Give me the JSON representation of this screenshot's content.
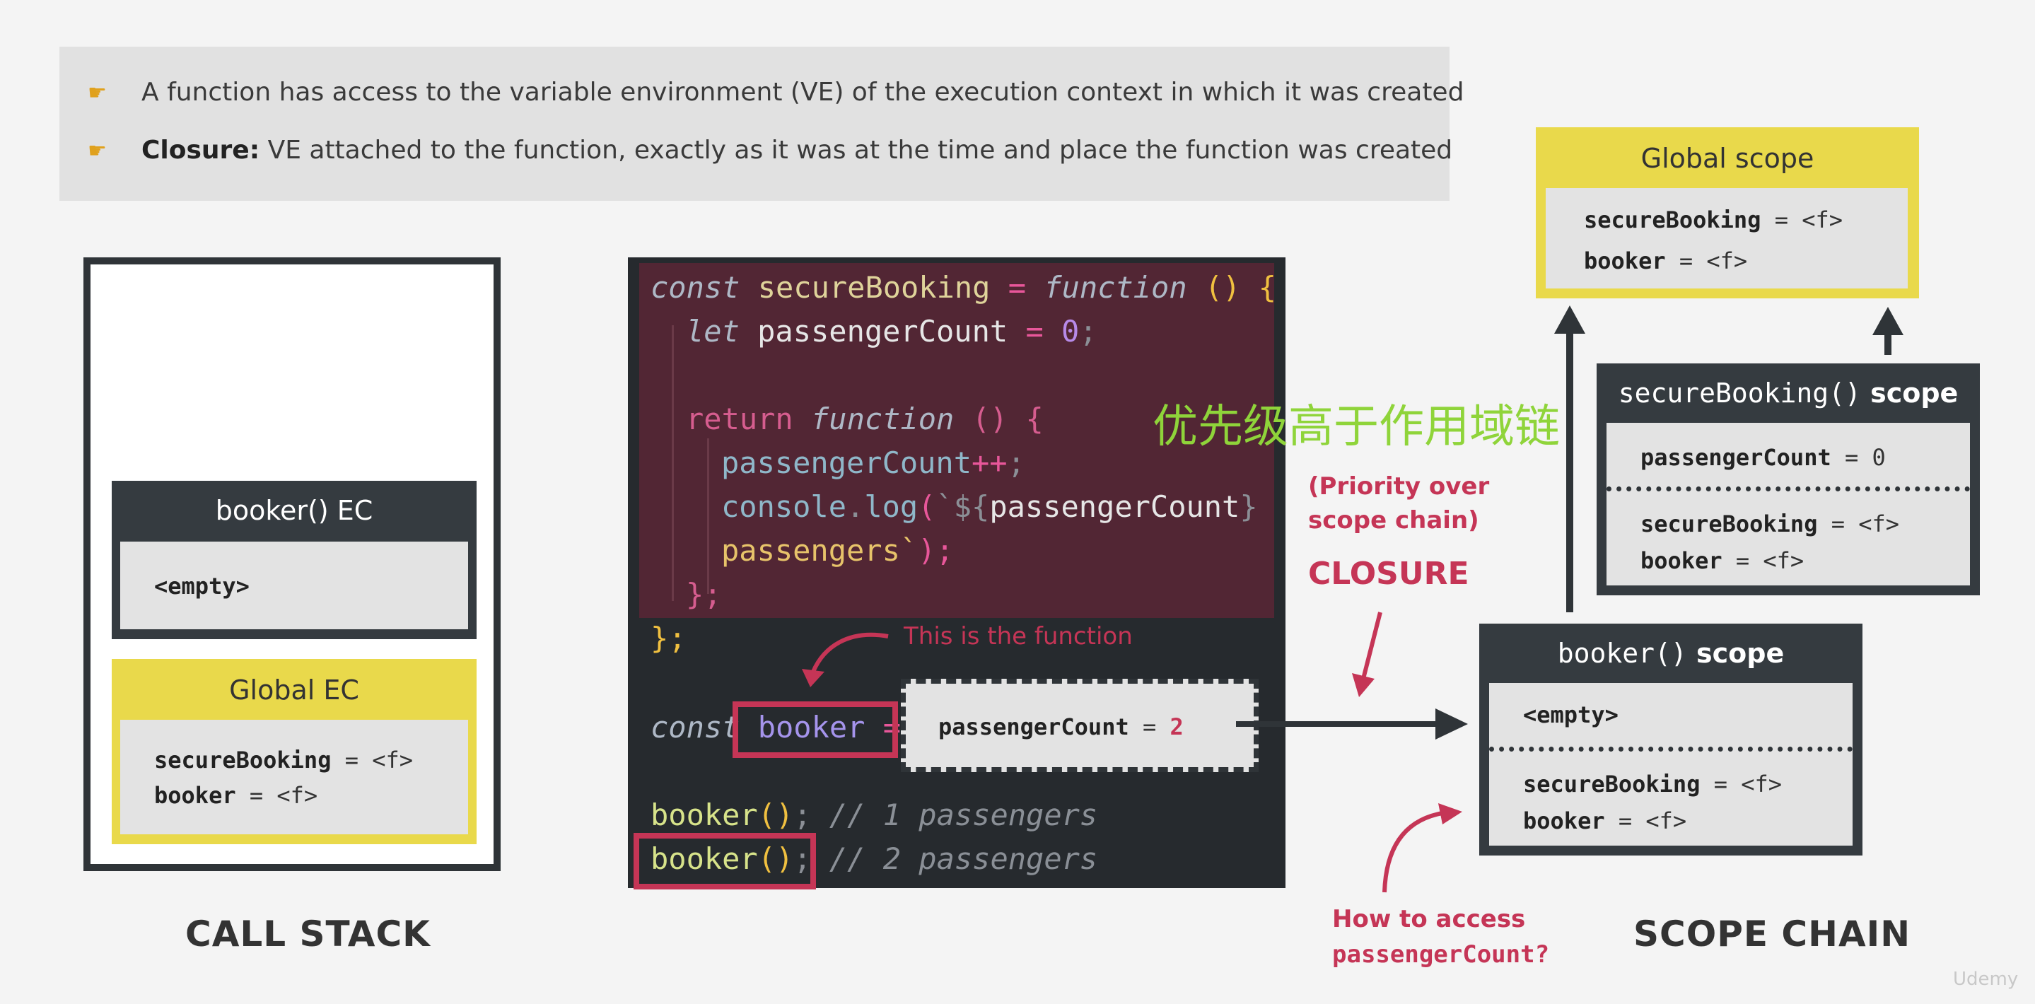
{
  "info": {
    "line1": "A function has access to the variable environment (VE) of the execution context in which it was created",
    "line2_bold": "Closure:",
    "line2_rest": " VE attached to the function, exactly as it was at the time and place the function was created"
  },
  "call_stack": {
    "label": "CALL STACK",
    "booker_ec": {
      "title": "booker() EC",
      "content": "<empty>"
    },
    "global_ec": {
      "title": "Global EC",
      "lines": [
        {
          "name": "secureBooking",
          "value": " = <f>"
        },
        {
          "name": "booker",
          "value": " = <f>"
        }
      ]
    }
  },
  "code": {
    "l1": {
      "kw": "const",
      "name": " secureBooking",
      "eq": " = ",
      "fn": "function",
      "rest": " () {"
    },
    "l2": {
      "kw": "let",
      "name": " passengerCount",
      "eq": " = ",
      "num": "0",
      "end": ";"
    },
    "l4": {
      "ret": "return",
      "fn": " function",
      "rest": " () {"
    },
    "l5": {
      "name": "passengerCount",
      "op": "++",
      "end": ";"
    },
    "l6": {
      "obj": "console",
      "dot": ".",
      "m": "log",
      "p": "(",
      "tick": "`${",
      "name": "passengerCount",
      "close": "}"
    },
    "l7": {
      "str": "passengers`",
      "end": ");"
    },
    "l8": "};",
    "l9": "};",
    "l11": {
      "kw": "const",
      "name": " booker",
      "eq": " ="
    },
    "l13": {
      "call": "booker",
      "paren": "()",
      "semi": ";",
      "cm": " // 1 passengers"
    },
    "l14": {
      "call": "booker",
      "paren": "()",
      "semi": ";",
      "cm": " // 2 passengers"
    },
    "closure_box": {
      "name": "passengerCount",
      "eq": " = ",
      "value": "2"
    }
  },
  "annotations": {
    "this_is_function": "This is the function",
    "chinese": "优先级高于作用域链",
    "priority": [
      "(Priority over",
      "scope chain)"
    ],
    "closure": "CLOSURE",
    "how_to_access": "How to access",
    "how_to_access_var": "passengerCount?"
  },
  "scope_chain": {
    "label": "SCOPE CHAIN",
    "global": {
      "title": "Global scope",
      "lines": [
        {
          "name": "secureBooking",
          "value": " = <f>"
        },
        {
          "name": "booker",
          "value": " = <f>"
        }
      ]
    },
    "secure": {
      "title_fn": "secureBooking()",
      "title_word": " scope",
      "own": {
        "name": "passengerCount",
        "value": " = 0"
      },
      "lines": [
        {
          "name": "secureBooking",
          "value": " = <f>"
        },
        {
          "name": "booker",
          "value": " = <f>"
        }
      ]
    },
    "booker": {
      "title_fn": "booker()",
      "title_word": " scope",
      "own": "<empty>",
      "lines": [
        {
          "name": "secureBooking",
          "value": " = <f>"
        },
        {
          "name": "booker",
          "value": " = <f>"
        }
      ]
    }
  },
  "watermark": "Udemy",
  "colors": {
    "accent_red": "#c53556",
    "yellow": "#e9d94b",
    "dark": "#353b40",
    "green_text": "#8fd43a"
  }
}
